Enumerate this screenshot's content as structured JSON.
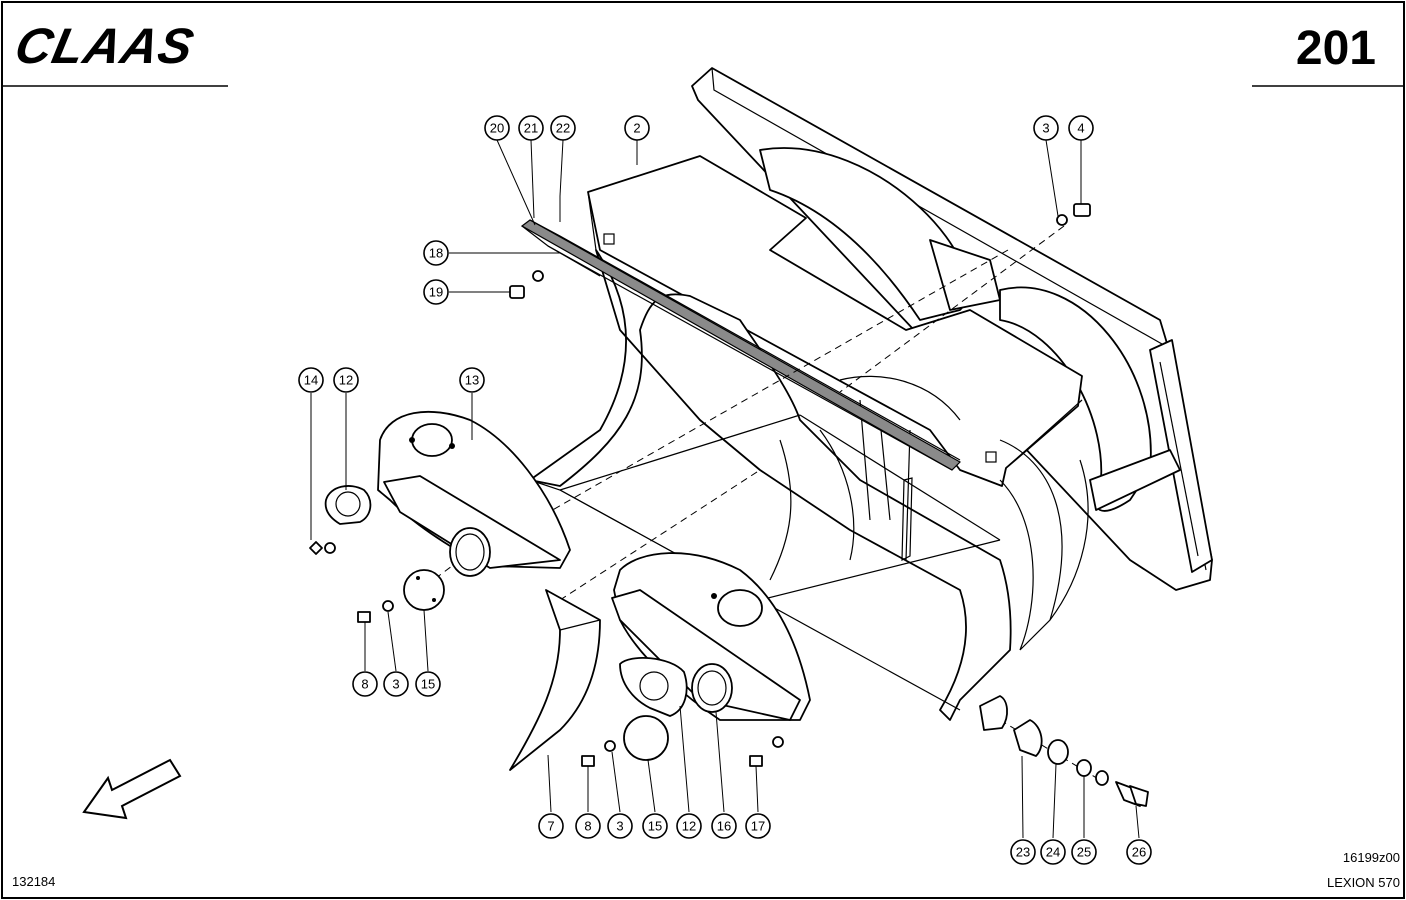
{
  "header": {
    "brand": "CLAAS",
    "page_number": "201"
  },
  "footer": {
    "left_code": "132184",
    "drawing_code": "16199z00",
    "model": "LEXION 570"
  },
  "callouts": [
    {
      "id": "c20",
      "label": "20"
    },
    {
      "id": "c21",
      "label": "21"
    },
    {
      "id": "c22",
      "label": "22"
    },
    {
      "id": "c2",
      "label": "2"
    },
    {
      "id": "c3a",
      "label": "3"
    },
    {
      "id": "c4",
      "label": "4"
    },
    {
      "id": "c18",
      "label": "18"
    },
    {
      "id": "c19",
      "label": "19"
    },
    {
      "id": "c14",
      "label": "14"
    },
    {
      "id": "c12a",
      "label": "12"
    },
    {
      "id": "c13",
      "label": "13"
    },
    {
      "id": "c8a",
      "label": "8"
    },
    {
      "id": "c3b",
      "label": "3"
    },
    {
      "id": "c15a",
      "label": "15"
    },
    {
      "id": "c7",
      "label": "7"
    },
    {
      "id": "c8b",
      "label": "8"
    },
    {
      "id": "c3c",
      "label": "3"
    },
    {
      "id": "c15b",
      "label": "15"
    },
    {
      "id": "c12b",
      "label": "12"
    },
    {
      "id": "c16",
      "label": "16"
    },
    {
      "id": "c17",
      "label": "17"
    },
    {
      "id": "c23",
      "label": "23"
    },
    {
      "id": "c24",
      "label": "24"
    },
    {
      "id": "c25",
      "label": "25"
    },
    {
      "id": "c26",
      "label": "26"
    }
  ],
  "icons": {
    "direction_arrow": "arrow-down-left-icon"
  }
}
